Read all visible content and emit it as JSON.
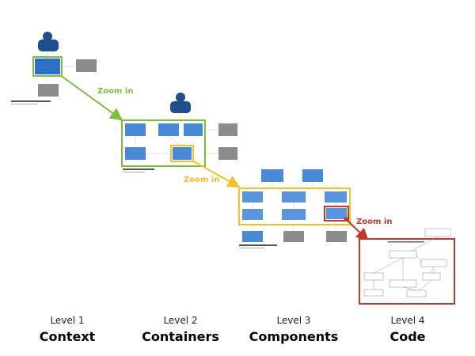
{
  "colors": {
    "person": "#1f4e8c",
    "system_blue": "#2e6fc7",
    "container_blue": "#4a89d6",
    "component_blue": "#5b95db",
    "external_gray": "#8c8c8c",
    "green": "#7cbf3f",
    "yellow": "#f2c12e",
    "red": "#c0392b"
  },
  "zoom_labels": [
    {
      "text": "Zoom in",
      "color": "#7cbf3f"
    },
    {
      "text": "Zoom in",
      "color": "#f2c12e"
    },
    {
      "text": "Zoom in",
      "color": "#c0392b"
    }
  ],
  "levels": [
    {
      "number": "Level 1",
      "name": "Context"
    },
    {
      "number": "Level 2",
      "name": "Containers"
    },
    {
      "number": "Level 3",
      "name": "Components"
    },
    {
      "number": "Level 4",
      "name": "Code"
    }
  ]
}
